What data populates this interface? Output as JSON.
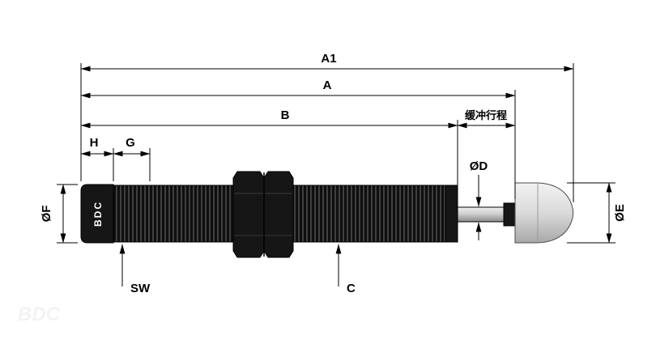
{
  "drawing": {
    "subject": "shock-absorber-dimension-diagram",
    "brand_mark": "BDC",
    "watermark": "BDC"
  },
  "labels": {
    "a1": "A1",
    "a": "A",
    "b": "B",
    "h": "H",
    "g": "G",
    "c": "C",
    "sw": "SW",
    "dia_f": "ØF",
    "dia_d": "ØD",
    "dia_e": "ØE",
    "buffer_stroke": "缓冲行程"
  },
  "colors": {
    "background": "#ffffff",
    "dimension_line": "#000000",
    "label_text": "#000000",
    "body_black": "#161616",
    "thread_dark": "#0f0f0f",
    "thread_light": "#404040",
    "rod_gray": "#c8c8c8",
    "cap_gray": "#d9d9d9",
    "brand_text": "#ffffff"
  }
}
